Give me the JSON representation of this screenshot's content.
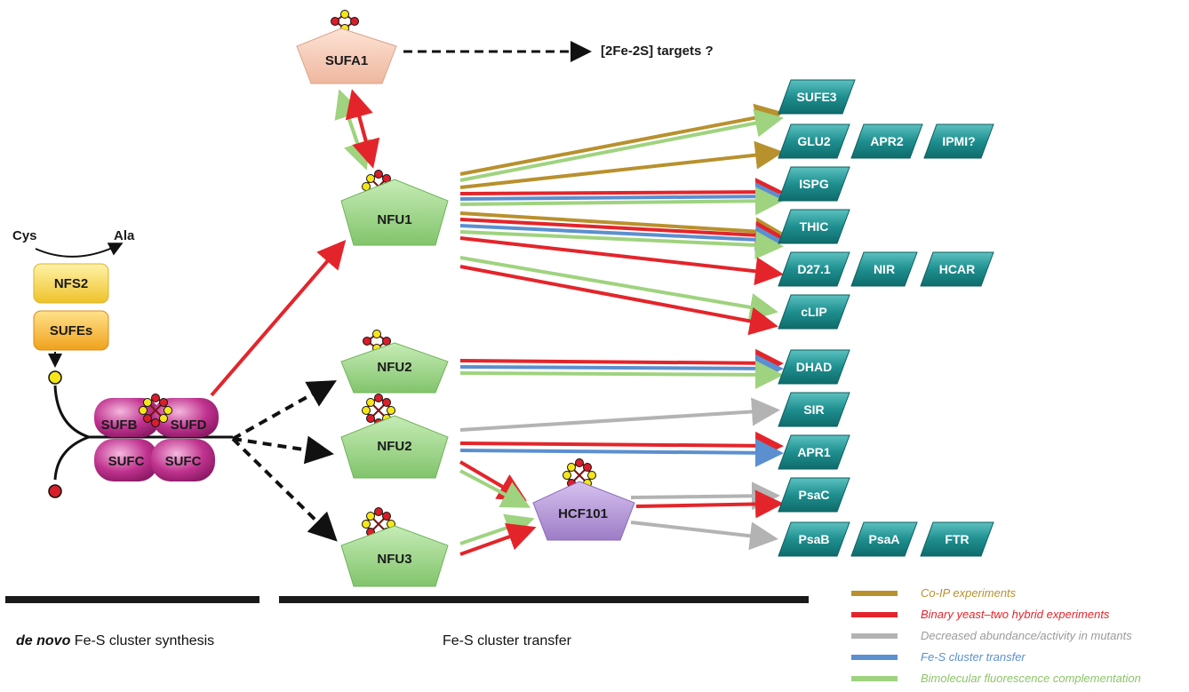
{
  "colors": {
    "coip": "#b8912e",
    "y2h": "#e3252b",
    "mutant": "#b3b3b3",
    "transfer": "#5b8fd0",
    "bifc": "#9fd37f",
    "target_fill": "#1f8f8f",
    "nfu_fill": "#9dd68a",
    "sufa_fill": "#f6c9b3",
    "hcf_fill": "#b69ad6",
    "suf_fill": "#c0338f",
    "nfs_fill": "#f2d64a"
  },
  "synthesis": {
    "cys": "Cys",
    "ala": "Ala",
    "nfs2": "NFS2",
    "sufes": "SUFEs",
    "sufb": "SUFB",
    "sufd": "SUFD",
    "sufc1": "SUFC",
    "sufc2": "SUFC"
  },
  "carriers": {
    "sufa1": "SUFA1",
    "sufa1_targets": "[2Fe-2S] targets ?",
    "nfu1": "NFU1",
    "nfu2a": "NFU2",
    "nfu2b": "NFU2",
    "nfu3": "NFU3",
    "hcf101": "HCF101"
  },
  "targets": {
    "sufe3": "SUFE3",
    "glu2": "GLU2",
    "apr2": "APR2",
    "ipmi": "IPMI?",
    "ispg": "ISPG",
    "thic": "THIC",
    "d271": "D27.1",
    "nir": "NIR",
    "hcar": "HCAR",
    "clip": "cLIP",
    "dhad": "DHAD",
    "sir": "SIR",
    "apr1": "APR1",
    "psac": "PsaC",
    "psab": "PsaB",
    "psaa": "PsaA",
    "ftr": "FTR"
  },
  "sections": {
    "synthesis_em": "de novo",
    "synthesis_rest": " Fe-S cluster synthesis",
    "transfer": "Fe-S cluster transfer"
  },
  "legend": {
    "coip": "Co-IP experiments",
    "y2h": "Binary yeast–two hybrid experiments",
    "mutant": "Decreased abundance/activity in mutants",
    "transfer": "Fe-S cluster transfer",
    "bifc": "Bimolecular fluorescence complementation"
  }
}
